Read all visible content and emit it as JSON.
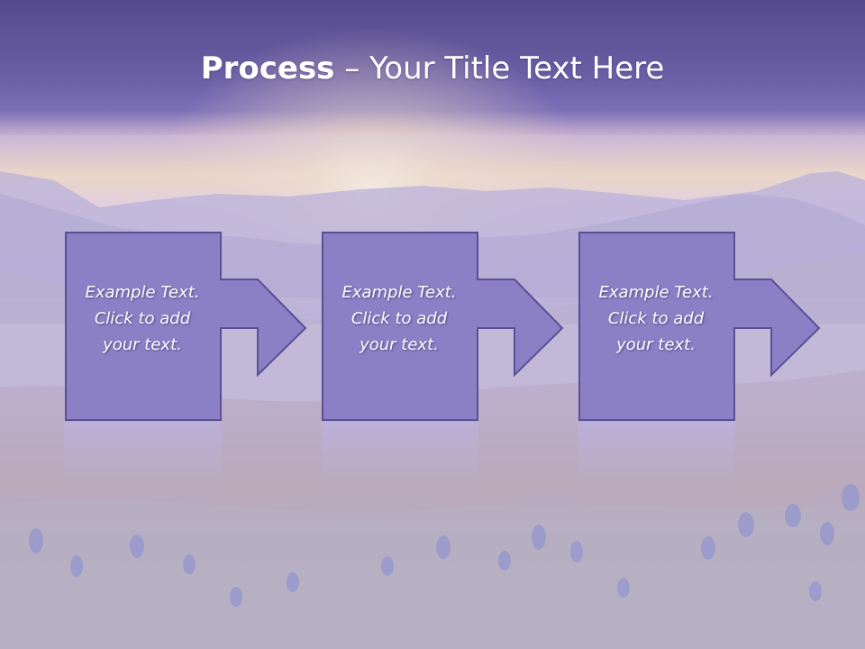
{
  "slide": {
    "title_bold": "Process",
    "title_rest": " – Your Title Text Here"
  },
  "steps": [
    {
      "line1": "Example Text.",
      "line2": "Click  to add",
      "line3": "your text."
    },
    {
      "line1": "Example Text.",
      "line2": "Click  to add",
      "line3": "your text."
    },
    {
      "line1": "Example Text.",
      "line2": "Click  to add",
      "line3": "your text."
    }
  ],
  "colors": {
    "header_band": "#6f63a8",
    "box_fill": "#8b80c6",
    "box_stroke": "#5a5096",
    "text": "#ffffff"
  }
}
